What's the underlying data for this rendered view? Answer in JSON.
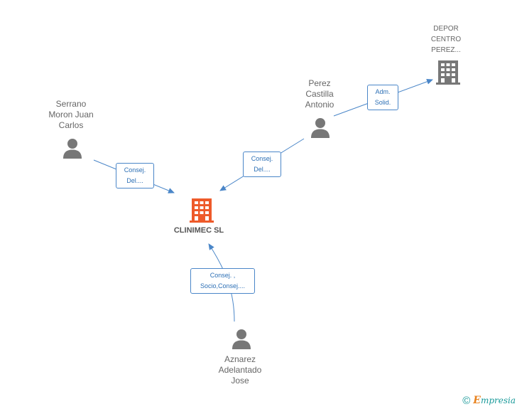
{
  "nodes": {
    "main_company": {
      "label": "CLINIMEC SL",
      "icon": "building-icon",
      "color": "#ee5a2a"
    },
    "depor_centro": {
      "label": "DEPOR\nCENTRO\nPEREZ...",
      "icon": "building-icon",
      "color": "#777777"
    },
    "serrano": {
      "label": "Serrano\nMoron Juan\nCarlos",
      "icon": "person-icon",
      "color": "#777777"
    },
    "perez": {
      "label": "Perez\nCastilla\nAntonio",
      "icon": "person-icon",
      "color": "#777777"
    },
    "aznarez": {
      "label": "Aznarez\nAdelantado\nJose",
      "icon": "person-icon",
      "color": "#777777"
    }
  },
  "edges": {
    "serrano_to_main": "Consej.\nDel....",
    "perez_to_main": "Consej.\nDel....",
    "perez_to_depor": "Adm.\nSolid.",
    "aznarez_to_main": "Consej. ,\nSocio,Consej...."
  },
  "footer": {
    "copyright": "©",
    "brand_initial": "E",
    "brand_rest": "mpresia"
  },
  "colors": {
    "edge": "#4a86c8",
    "accent": "#ee5a2a",
    "icon_gray": "#777777"
  }
}
